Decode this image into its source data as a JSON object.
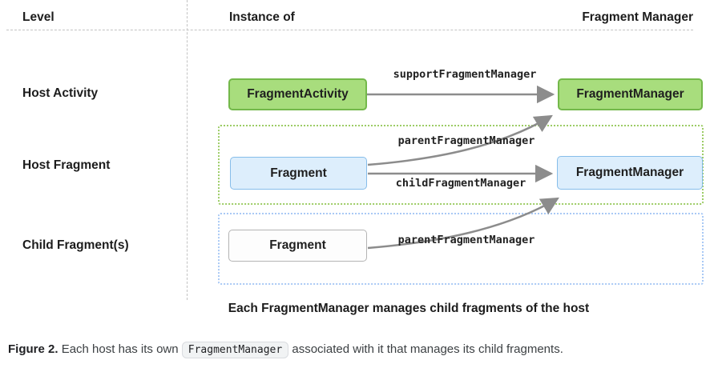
{
  "colors": {
    "green_fill": "#a8dd7d",
    "green_border": "#73b84a",
    "blue_fill": "#ddeefc",
    "blue_border": "#86bdea",
    "plain_fill": "#fdfdfd",
    "plain_border": "#b4b4b4",
    "green_dotted": "#9ccc65",
    "blue_dotted": "#a9c9f5",
    "arrow": "#8c8c8c",
    "divider": "#c3c3c3",
    "text": "#1f1f1f",
    "caption_text": "#3c4043",
    "chip_bg": "#f1f3f4",
    "chip_border": "#dadce0"
  },
  "header": {
    "col_level": "Level",
    "col_instance_of": "Instance of",
    "col_fragment_manager": "Fragment Manager"
  },
  "rows": {
    "host_activity": {
      "label": "Host Activity",
      "instance_box": "FragmentActivity",
      "arrow_label": "supportFragmentManager",
      "manager_box": "FragmentManager"
    },
    "host_fragment": {
      "label": "Host Fragment",
      "instance_box": "Fragment",
      "arrow_label_parent": "parentFragmentManager",
      "arrow_label_child": "childFragmentManager",
      "manager_box": "FragmentManager"
    },
    "child_fragment": {
      "label": "Child Fragment(s)",
      "instance_box": "Fragment",
      "arrow_label": "parentFragmentManager"
    }
  },
  "footer_note": "Each FragmentManager manages child fragments of the host",
  "caption": {
    "figure_label": "Figure 2.",
    "text_before_code": "Each host has its own",
    "code": "FragmentManager",
    "text_after_code": "associated with it that manages its child fragments."
  }
}
